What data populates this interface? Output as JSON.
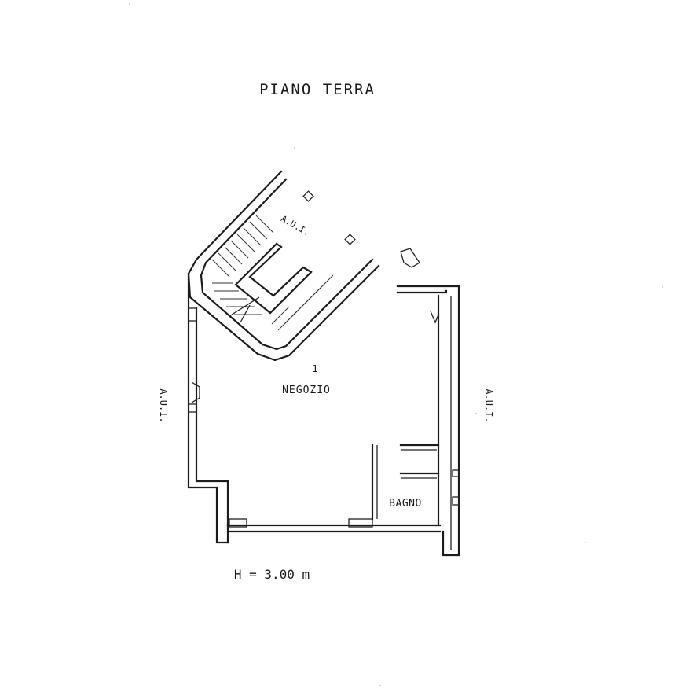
{
  "floor_plan": {
    "title": "PIANO TERRA",
    "room_number": "1",
    "room_name": "NEGOZIO",
    "bathroom_name": "BAGNO",
    "adjacent_unit_left": "A.U.I.",
    "adjacent_unit_right": "A.U.I.",
    "adjacent_unit_top": "A.U.I.",
    "height_note": "H = 3.00 m"
  }
}
